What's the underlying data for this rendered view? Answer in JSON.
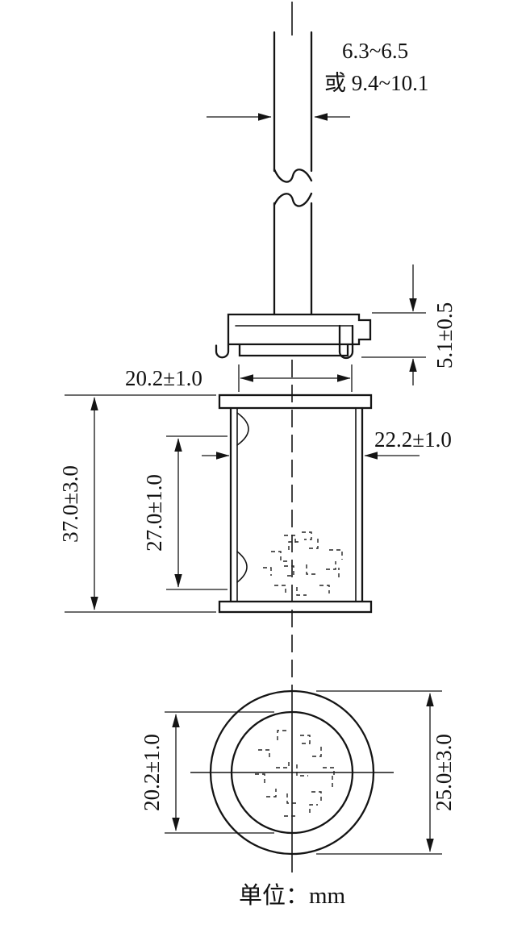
{
  "page": {
    "background": "#ffffff",
    "line_color": "#141414"
  },
  "drawing": {
    "type": "technical-dimension-drawing",
    "unit_label": "单位：mm",
    "dimensions": {
      "shaft_diameter_line1": "6.3~6.5",
      "shaft_diameter_line2": "或 9.4~10.1",
      "flange_height": "5.1±0.5",
      "cap_inner_width": "20.2±1.0",
      "body_outer_diameter": "22.2±1.0",
      "body_height": "37.0±3.0",
      "body_inner_height": "27.0±1.0",
      "bottom_inner_diameter": "20.2±1.0",
      "bottom_outer_diameter": "25.0±3.0"
    }
  }
}
